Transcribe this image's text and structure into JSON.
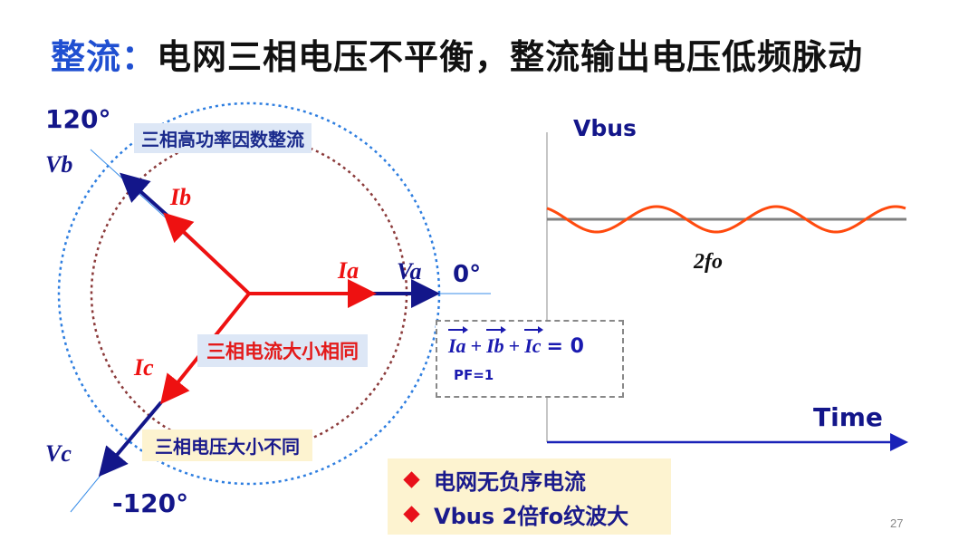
{
  "slide": {
    "title_key": "整流",
    "title_sep": "：",
    "title_rest": "电网三相电压不平衡，整流输出电压低频脉动",
    "page_number": "27"
  },
  "phasor": {
    "angle_top": "120°",
    "angle_zero": "0°",
    "angle_bottom": "-120°",
    "labels": {
      "va": "Va",
      "vb": "Vb",
      "vc": "Vc",
      "ia": "Ia",
      "ib": "Ib",
      "ic": "Ic"
    },
    "tag_pfc": "三相高功率因数整流",
    "tag_current": "三相电流大小相同",
    "tag_voltage": "三相电压大小不同",
    "colors": {
      "current": "#ee1111",
      "voltage": "#13168a",
      "outer_circle": "#2e7ee0",
      "inner_circle": "#8b3a3a"
    }
  },
  "equation": {
    "term_a": "Ia",
    "term_b": "Ib",
    "term_c": "Ic",
    "plus": "+",
    "equals_zero": "= 0",
    "pf": "PF=1"
  },
  "waveform": {
    "y_label": "Vbus",
    "x_label": "Time",
    "freq_label": "2fo",
    "colors": {
      "sine": "#ff4a0e",
      "dc_line": "#808080",
      "x_axis": "#1a22b8"
    }
  },
  "bullets": [
    "电网无负序电流",
    "Vbus 2倍fo纹波大"
  ]
}
